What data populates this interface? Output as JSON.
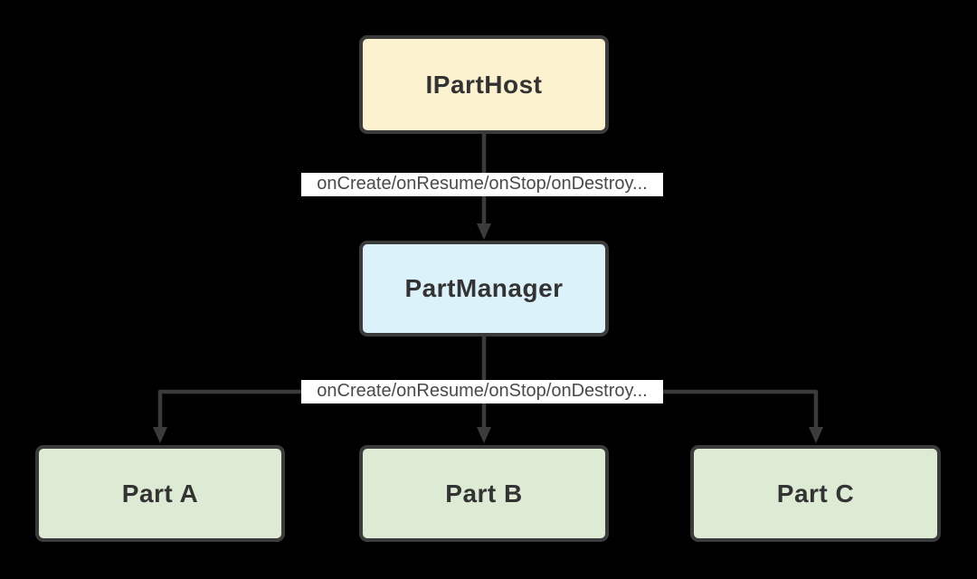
{
  "diagram": {
    "type": "flowchart",
    "background": "#000000"
  },
  "nodes": [
    {
      "id": "iparthost",
      "label": "IPartHost",
      "fill": "#FCF2CF"
    },
    {
      "id": "partmanager",
      "label": "PartManager",
      "fill": "#DCF2FA"
    },
    {
      "id": "part-a",
      "label": "Part A",
      "fill": "#DDEBD4"
    },
    {
      "id": "part-b",
      "label": "Part B",
      "fill": "#DDEBD4"
    },
    {
      "id": "part-c",
      "label": "Part C",
      "fill": "#DDEBD4"
    }
  ],
  "edges": [
    {
      "from": "IPartHost",
      "to": "PartManager",
      "label": "onCreate/onResume/onStop/onDestroy..."
    },
    {
      "from": "PartManager",
      "to": "Part A, Part B, Part C",
      "label": "onCreate/onResume/onStop/onDestroy..."
    }
  ],
  "colors": {
    "background": "#000000",
    "line": "#3B3B3B",
    "node_border": "#3B3B3B",
    "node_text": "#333333",
    "edge_label_bg": "#FFFFFF",
    "edge_label_text": "#4A4A4A",
    "fill_host": "#FCF2CF",
    "fill_manager": "#DCF2FA",
    "fill_part": "#DDEBD4"
  }
}
